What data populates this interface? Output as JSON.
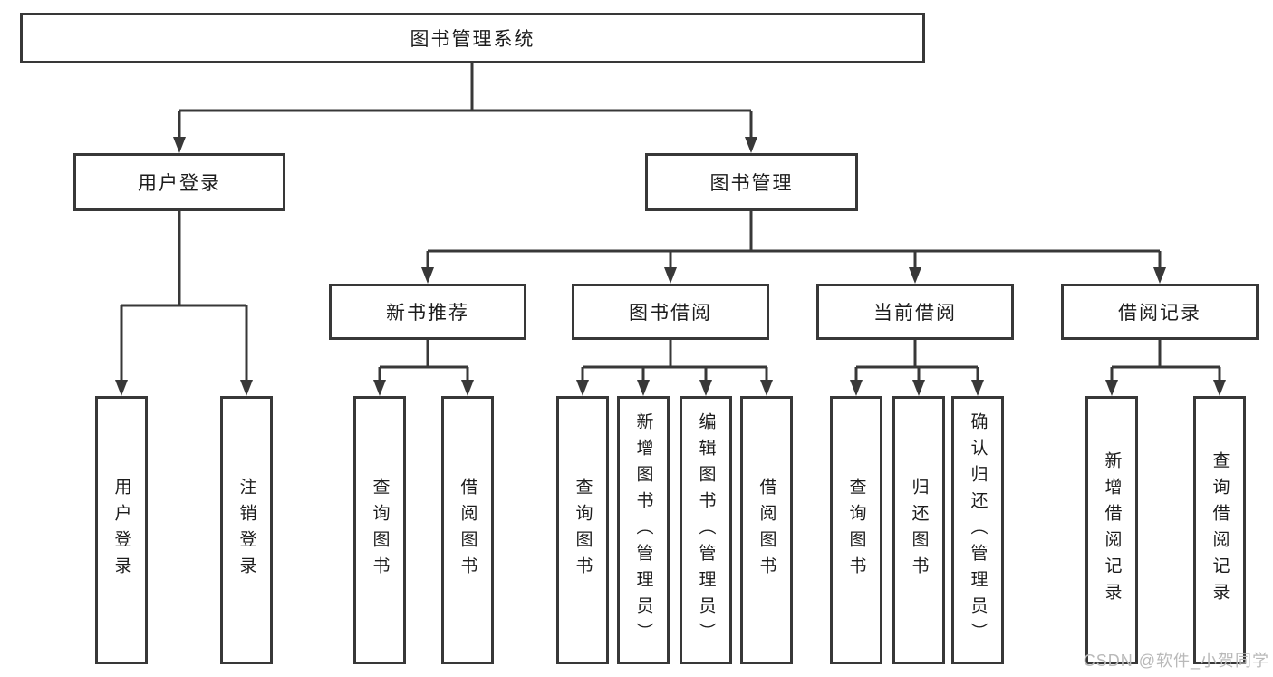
{
  "diagram": {
    "root": {
      "label": "图书管理系统"
    },
    "branches": [
      {
        "label": "用户登录",
        "children": [
          {
            "label": "用户登录"
          },
          {
            "label": "注销登录"
          }
        ]
      },
      {
        "label": "图书管理",
        "children": [
          {
            "label": "新书推荐",
            "children": [
              {
                "label": "查询图书"
              },
              {
                "label": "借阅图书"
              }
            ]
          },
          {
            "label": "图书借阅",
            "children": [
              {
                "label": "查询图书"
              },
              {
                "label": "新增图书（管理员）"
              },
              {
                "label": "编辑图书（管理员）"
              },
              {
                "label": "借阅图书"
              }
            ]
          },
          {
            "label": "当前借阅",
            "children": [
              {
                "label": "查询图书"
              },
              {
                "label": "归还图书"
              },
              {
                "label": "确认归还（管理员）"
              }
            ]
          },
          {
            "label": "借阅记录",
            "children": [
              {
                "label": "新增借阅记录"
              },
              {
                "label": "查询借阅记录"
              }
            ]
          }
        ]
      }
    ]
  },
  "watermark": {
    "text": "CSDN @软件_小贺同学"
  },
  "colors": {
    "line": "#383838",
    "text": "#1c1c1c",
    "background": "#ffffff",
    "watermark": "#b9b9b9"
  }
}
